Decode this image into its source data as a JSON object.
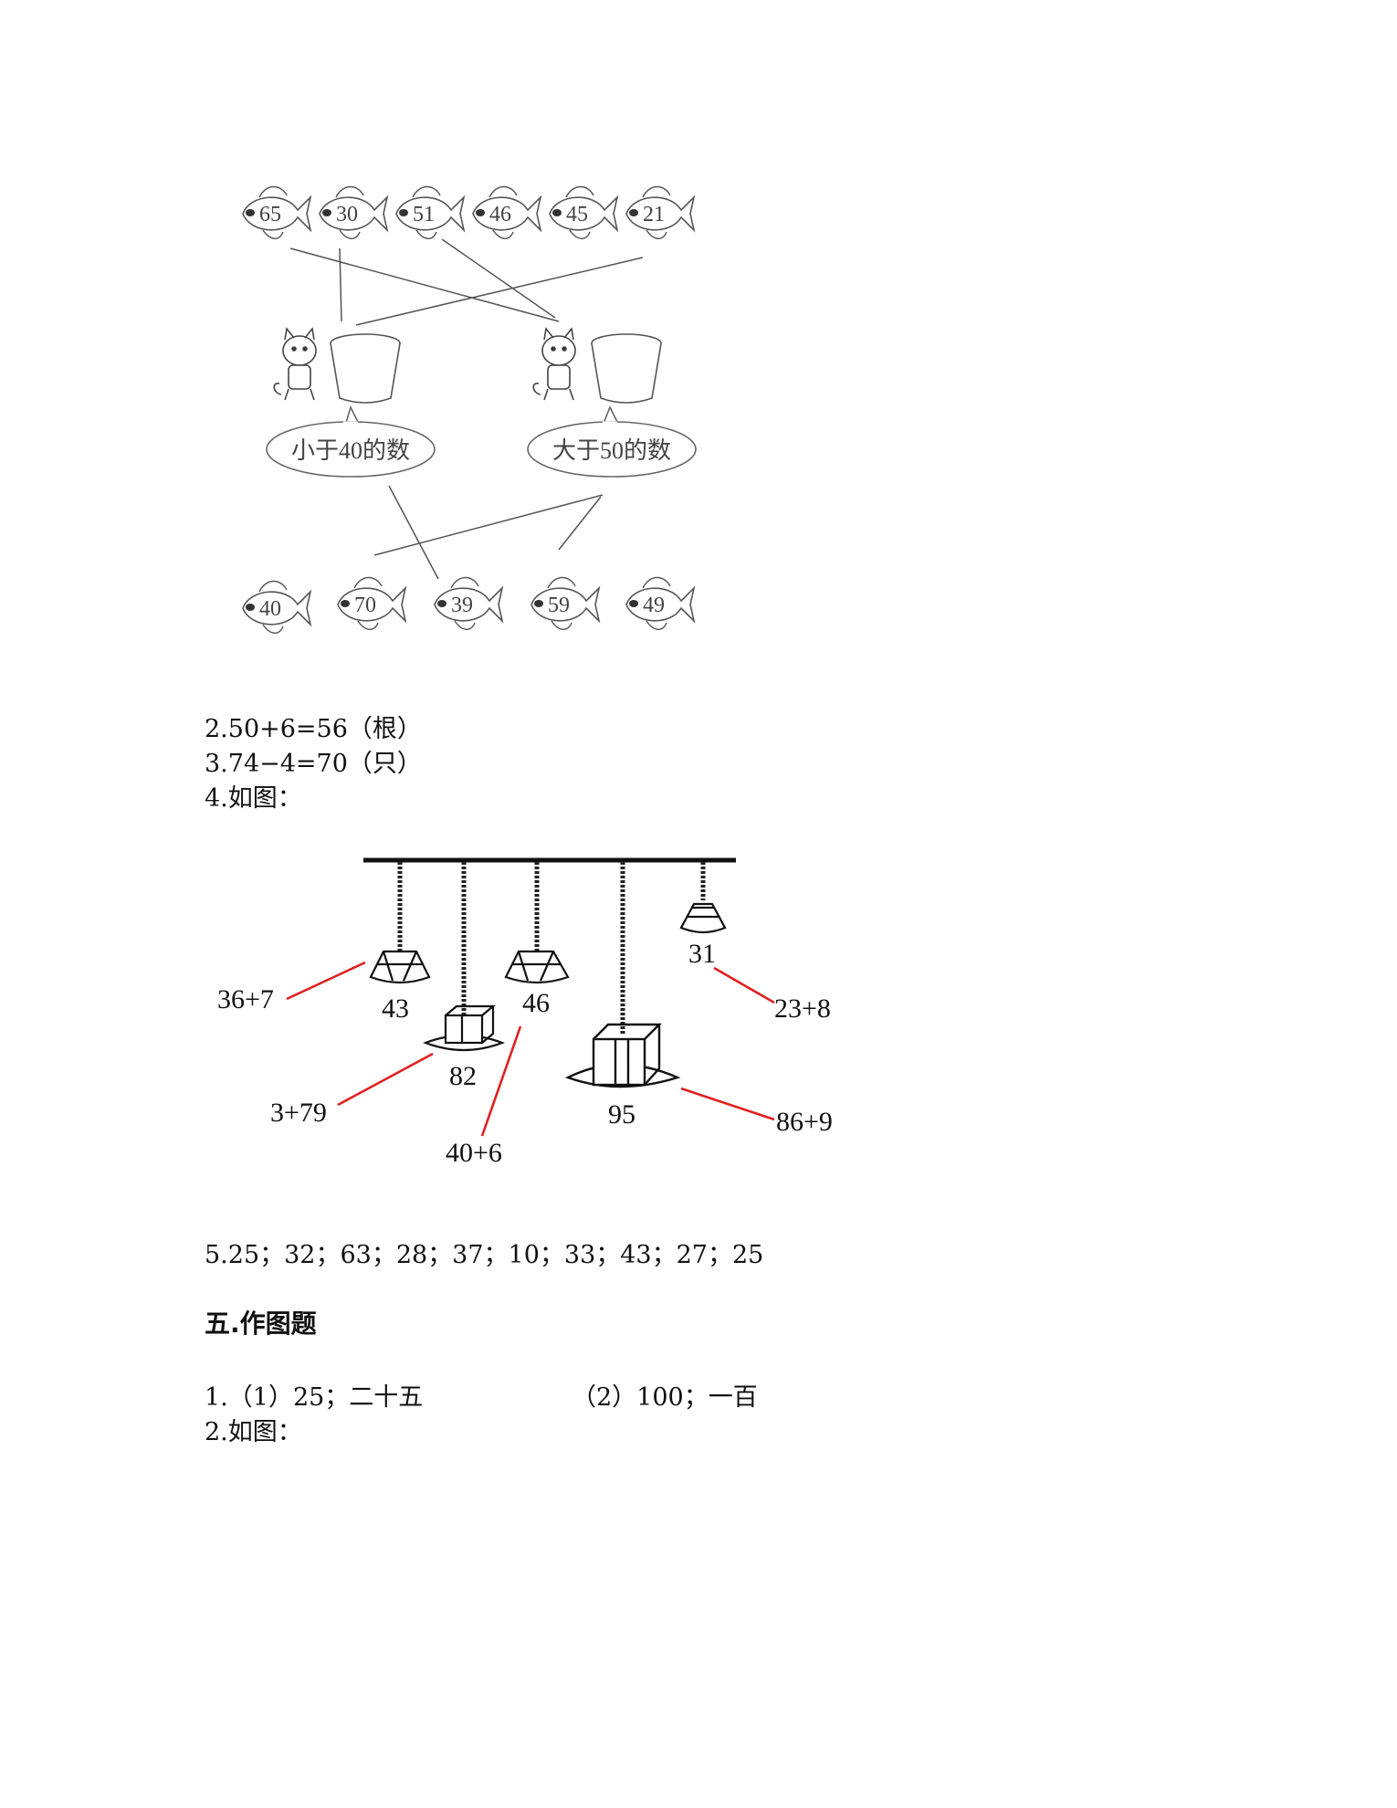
{
  "fig1": {
    "top_fish": [
      "65",
      "30",
      "51",
      "46",
      "45",
      "21"
    ],
    "bottom_fish": [
      "40",
      "70",
      "39",
      "59",
      "49"
    ],
    "bubble_left": "小于40的数",
    "bubble_right": "大于50的数"
  },
  "answers": {
    "a2": "2.50+6=56（根）",
    "a3": "3.74−4=70（只）",
    "a4": "4.如图：",
    "a5": "5.25；32；63；28；37；10；33；43；27；25"
  },
  "fig2": {
    "lamps": [
      {
        "value": "43",
        "expr": "36+7"
      },
      {
        "value": "82",
        "expr": "3+79"
      },
      {
        "value": "46",
        "expr": "40+6"
      },
      {
        "value": "95",
        "expr": "86+9"
      },
      {
        "value": "31",
        "expr": "23+8"
      }
    ]
  },
  "section5": {
    "title": "五.作图题",
    "q1_part1": "1.（1）25；二十五",
    "q1_part2": "（2）100；一百",
    "q2": "2.如图："
  },
  "colors": {
    "match_line": "#e02020",
    "ink": "#111111",
    "sketch": "#555555"
  }
}
